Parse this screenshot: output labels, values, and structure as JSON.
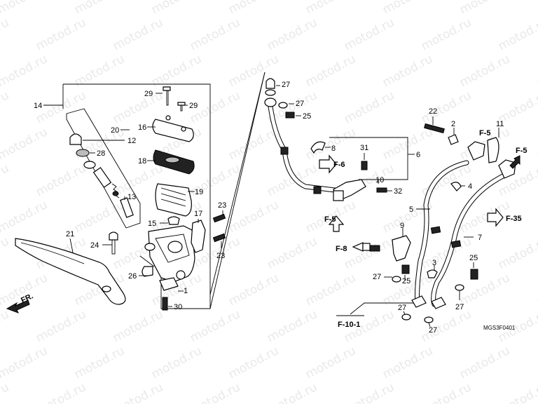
{
  "watermark": "motod.ru",
  "diagram_code": "MGS3F0401",
  "direction_arrow": "FR.",
  "references": {
    "f5_a": "F-5",
    "f5_b": "F-5",
    "f5_c": "F-5",
    "f6": "F-6",
    "f8": "F-8",
    "f35": "F-35",
    "f101": "F-10-1"
  },
  "callouts": {
    "p1": "1",
    "p2": "2",
    "p3": "3",
    "p4": "4",
    "p5": "5",
    "p6": "6",
    "p7": "7",
    "p8": "8",
    "p9": "9",
    "p10": "10",
    "p11": "11",
    "p12": "12",
    "p13": "13",
    "p14": "14",
    "p15": "15",
    "p16": "16",
    "p17": "17",
    "p18": "18",
    "p19": "19",
    "p20": "20",
    "p21": "21",
    "p22": "22",
    "p23a": "23",
    "p23b": "23",
    "p24": "24",
    "p25a": "25",
    "p25b": "25",
    "p25c": "25",
    "p26": "26",
    "p27a": "27",
    "p27b": "27",
    "p27c": "27",
    "p27d": "27",
    "p27e": "27",
    "p27f": "27",
    "p28": "28",
    "p29a": "29",
    "p29b": "29",
    "p30": "30",
    "p31": "31",
    "p32": "32"
  }
}
